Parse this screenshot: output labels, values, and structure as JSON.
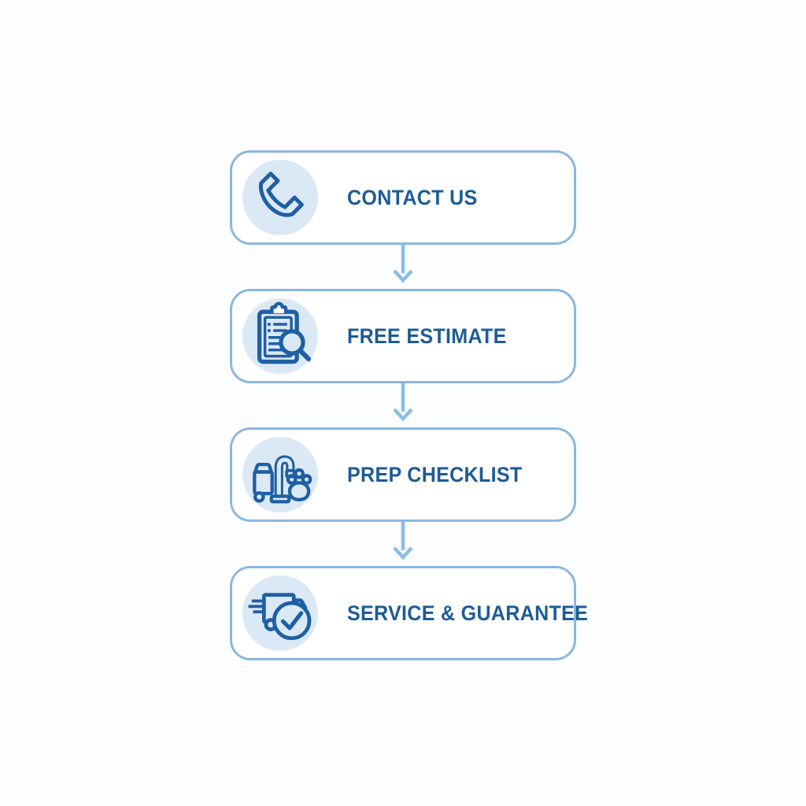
{
  "page": {
    "type": "process-flowchart",
    "background": "#fcfdfe"
  },
  "flowchart": {
    "steps": [
      {
        "label": "CONTACT US",
        "icon": "phone-icon"
      },
      {
        "label": "FREE ESTIMATE",
        "icon": "clipboard-magnifier-icon"
      },
      {
        "label": "PREP CHECKLIST",
        "icon": "vacuum-paw-icon"
      },
      {
        "label": "SERVICE & GUARANTEE",
        "icon": "truck-check-icon"
      }
    ],
    "connector": {
      "style": "arrow-down",
      "count": 3
    },
    "colors": {
      "box_border": "#8cb7e0",
      "box_background": "#ffffff",
      "icon_circle_background": "#dbe9f7",
      "icon_stroke": "#1f5fa3",
      "label_text": "#1d5c96",
      "arrow": "#8abde6"
    }
  }
}
